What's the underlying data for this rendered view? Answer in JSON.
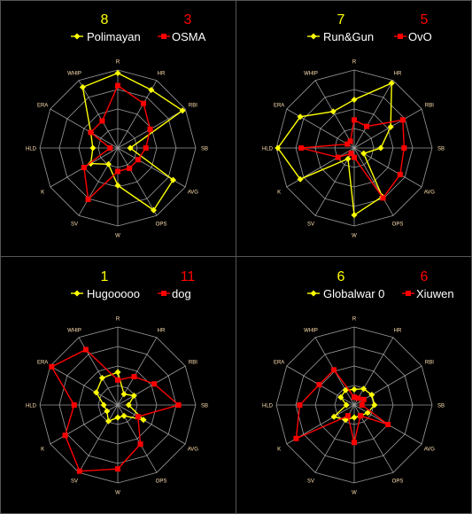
{
  "colors": {
    "team_a": "#ffff00",
    "team_b": "#ff0000",
    "grid": "#9a9a9a",
    "label": "#ffe0b0",
    "legend_text": "#ffffff"
  },
  "axes": [
    "R",
    "HR",
    "RBI",
    "SB",
    "AVG",
    "OPS",
    "W",
    "SV",
    "K",
    "HLD",
    "ERA",
    "WHIP"
  ],
  "rmax": 10,
  "chart_data": [
    {
      "type": "radar",
      "score_a": "8",
      "score_b": "3",
      "series": [
        {
          "name": "Polimayan",
          "values": [
            9.6,
            8.6,
            9.6,
            1.6,
            8.2,
            9.2,
            4.8,
            2.4,
            4.0,
            3.2,
            4.0,
            9.0
          ]
        },
        {
          "name": "OSMA",
          "values": [
            8.0,
            6.6,
            4.8,
            3.6,
            3.0,
            3.0,
            3.0,
            7.6,
            5.0,
            1.0,
            4.0,
            4.0
          ]
        }
      ]
    },
    {
      "type": "radar",
      "score_a": "7",
      "score_b": "5",
      "series": [
        {
          "name": "Run&Gun",
          "values": [
            6.2,
            9.6,
            5.4,
            3.4,
            1.4,
            7.2,
            8.6,
            1.6,
            8.0,
            9.8,
            8.0,
            5.4
          ]
        },
        {
          "name": "OvO",
          "values": [
            3.6,
            3.2,
            7.2,
            6.4,
            6.8,
            7.4,
            1.2,
            0.8,
            2.4,
            6.8,
            1.0,
            1.0
          ]
        }
      ]
    },
    {
      "type": "radar",
      "score_a": "1",
      "score_b": "11",
      "series": [
        {
          "name": "Hugooooo",
          "values": [
            4.2,
            1.6,
            2.4,
            1.4,
            3.8,
            1.6,
            1.6,
            2.4,
            1.6,
            1.8,
            3.2,
            4.0
          ]
        },
        {
          "name": "dog",
          "values": [
            3.2,
            4.2,
            5.4,
            7.8,
            3.0,
            5.8,
            8.2,
            9.8,
            7.8,
            5.6,
            9.8,
            8.2
          ]
        }
      ]
    },
    {
      "type": "radar",
      "score_a": "6",
      "score_b": "6",
      "series": [
        {
          "name": "Globalwar 0",
          "values": [
            2.0,
            2.4,
            2.6,
            2.6,
            2.0,
            1.6,
            1.6,
            2.2,
            3.0,
            1.0,
            2.0,
            2.2
          ]
        },
        {
          "name": "Xiuwen",
          "values": [
            1.0,
            1.0,
            1.4,
            1.0,
            5.0,
            1.6,
            4.8,
            1.6,
            8.6,
            7.0,
            5.2,
            5.2
          ]
        }
      ]
    }
  ]
}
